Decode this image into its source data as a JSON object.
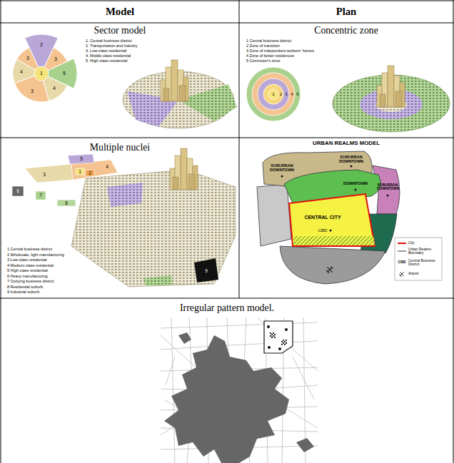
{
  "diagram": {
    "nodes": [
      {
        "text": [
          "Model"
        ]
      },
      {
        "text": [
          "Plan"
        ]
      },
      {
        "text": [
          "Sector model"
        ]
      },
      {
        "text": [
          "Concentric zone"
        ]
      },
      {
        "text": [
          "Multiple nuclei"
        ]
      },
      {
        "text": [
          "URBAN REALMS MODEL"
        ]
      },
      {
        "text": [
          "Irregular pattern model."
        ]
      }
    ],
    "labels": [
      "1. Central business district",
      "2. Transportation and industry",
      "3. Low-class residential",
      "4. Middle-class residential",
      "5. High-class residential",
      "1",
      "4",
      "3",
      "2",
      "3",
      "5",
      "4",
      "3",
      "1 Central business district",
      "2 Zone of transition",
      "3 Zone of independent workers' homes",
      "4 Zone of better residences",
      "5 Commuter's zone",
      "1",
      "2",
      "3",
      "4",
      "5",
      "1 Central business district",
      "2 Wholesale, light manufacturing",
      "3 Low-class residential",
      "4 Medium-class residential",
      "5 High-class residential",
      "6 Heavy manufacturing",
      "7 Outlying business district",
      "8 Residential suburb",
      "9 Industrial suburb",
      "1",
      "2",
      "3",
      "4",
      "5",
      "6",
      "7",
      "8",
      "9",
      "SUBURBAN DOWNTOWN",
      "SUBURBAN DOWNTOWN",
      "DOWNTOWN",
      "SUBURBAN DOWNTOWN",
      "CENTRAL CITY",
      "CBD",
      "CBD"
    ],
    "legend": [
      {
        "text": "City"
      },
      {
        "text": "Urban Realms Boundary"
      },
      {
        "text": "Central Business District"
      },
      {
        "text": "Airport"
      }
    ]
  }
}
